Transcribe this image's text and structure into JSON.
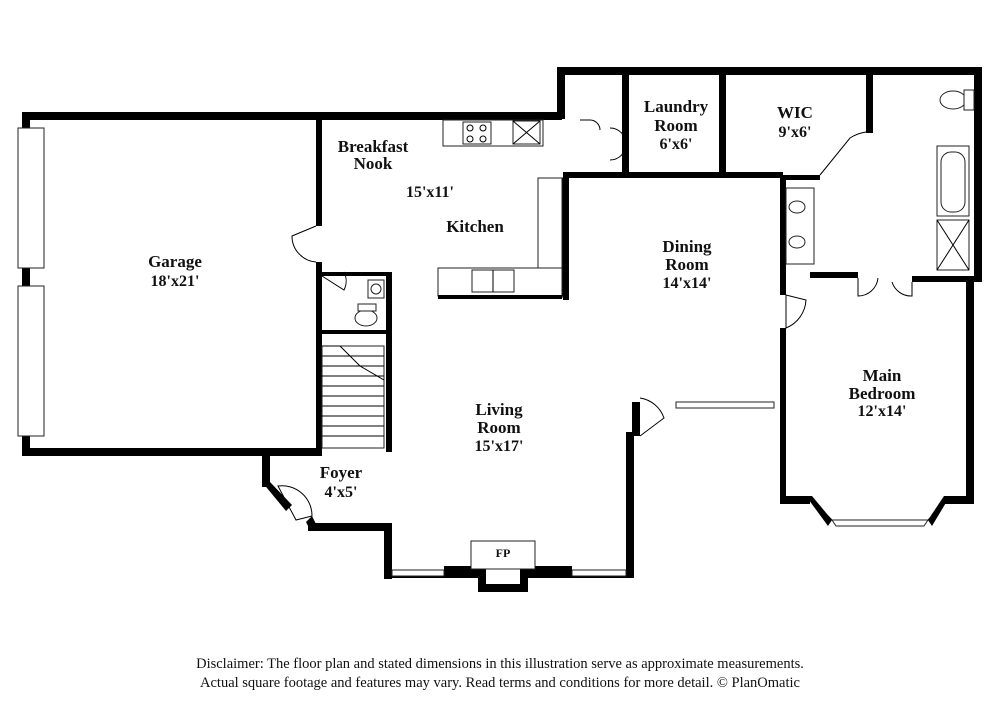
{
  "rooms": {
    "garage": {
      "name": "Garage",
      "dims": "18'x21'"
    },
    "breakfast": {
      "name_line1": "Breakfast",
      "name_line2": "Nook"
    },
    "kitchen": {
      "name": "Kitchen",
      "dims": "15'x11'"
    },
    "laundry": {
      "name_line1": "Laundry",
      "name_line2": "Room",
      "dims": "6'x6'"
    },
    "wic": {
      "name": "WIC",
      "dims": "9'x6'"
    },
    "dining": {
      "name_line1": "Dining",
      "name_line2": "Room",
      "dims": "14'x14'"
    },
    "main_bed": {
      "name_line1": "Main",
      "name_line2": "Bedroom",
      "dims": "12'x14'"
    },
    "living": {
      "name_line1": "Living",
      "name_line2": "Room",
      "dims": "15'x17'"
    },
    "foyer": {
      "name": "Foyer",
      "dims": "4'x5'"
    },
    "fireplace": {
      "label": "FP"
    }
  },
  "disclaimer": {
    "line1": "Disclaimer: The floor plan and stated dimensions in this illustration serve as approximate measurements.",
    "line2": "Actual square footage and features may vary. Read terms and conditions for more detail. © PlanOmatic"
  }
}
